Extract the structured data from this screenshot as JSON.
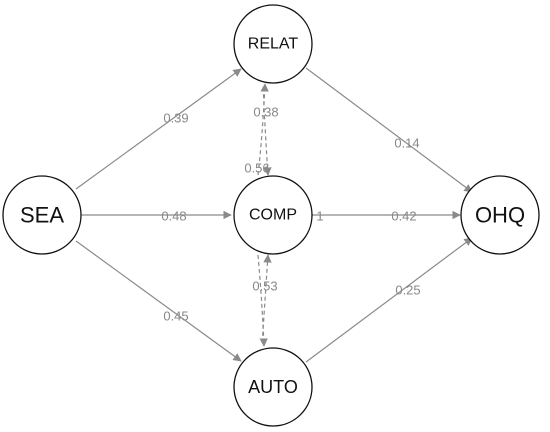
{
  "nodes": {
    "sea": "SEA",
    "relat": "RELAT",
    "comp": "COMP",
    "auto": "AUTO",
    "ohq": "OHQ"
  },
  "edges": {
    "sea_relat": "0.39",
    "sea_comp": "0.48",
    "sea_auto": "0.45",
    "relat_ohq": "0.14",
    "comp_ohq": "0.42",
    "auto_ohq": "0.25",
    "comp_relat_upper": "0.38",
    "comp_relat_lower": "0.56",
    "comp_auto": "0.53",
    "comp_self": "1"
  },
  "colors": {
    "edge": "#8a8a8a",
    "node_stroke": "#111111"
  }
}
